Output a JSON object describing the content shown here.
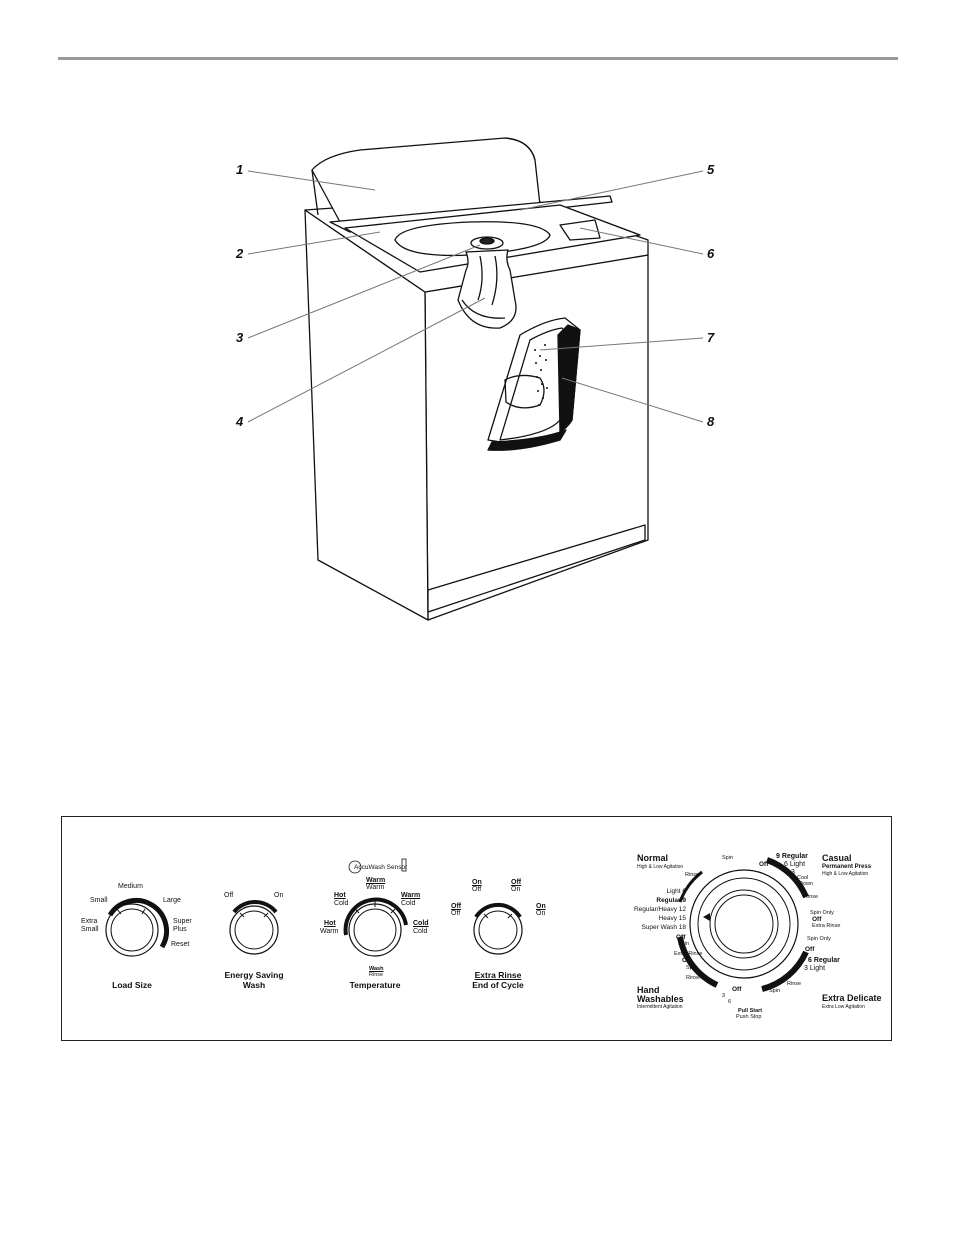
{
  "callouts": [
    "1",
    "2",
    "3",
    "4",
    "5",
    "6",
    "7",
    "8"
  ],
  "knobs": {
    "load_size": {
      "title": "Load Size",
      "small": "Small",
      "medium": "Medium",
      "large": "Large",
      "extra": "Extra",
      "small2": "Small",
      "super": "Super",
      "plus": "Plus",
      "reset": "Reset"
    },
    "energy": {
      "title1": "Energy Saving",
      "title2": "Wash",
      "off": "Off",
      "on": "On"
    },
    "temperature": {
      "sensor": "AccuWash Sensor",
      "title": "Temperature",
      "wash": "Wash",
      "rinse": "Rinse",
      "warm_top": "Warm",
      "warm_top2": "Warm",
      "hot1": "Hot",
      "cold1": "Cold",
      "warm_r": "Warm",
      "cold_r": "Cold",
      "hot2": "Hot",
      "warm2": "Warm",
      "cold3": "Cold",
      "cold4": "Cold"
    },
    "extra_rinse": {
      "title1": "Extra Rinse",
      "title2": "End of Cycle",
      "on1": "On",
      "off1": "Off",
      "off2": "Off",
      "on2": "On",
      "off3": "Off",
      "off4": "Off",
      "on3": "On",
      "on4": "On"
    }
  },
  "cycles": {
    "normal": {
      "title": "Normal",
      "sub": "High & Low Agitation"
    },
    "casual": {
      "title": "Casual",
      "title2": "Permanent Press",
      "sub": "High & Low Agitation"
    },
    "hand": {
      "title": "Hand",
      "title2": "Washables",
      "sub": "Intermittent Agitation"
    },
    "delicate": {
      "title": "Extra Delicate",
      "sub": "Extra Low Agitation"
    },
    "normal_settings": [
      "Light  6",
      "Regular  9",
      "Regular/Heavy  12",
      "Heavy  15",
      "Super Wash  18"
    ],
    "casual_top": [
      "9  Regular",
      "6  Light",
      "3"
    ],
    "delicate_top": [
      "6  Regular",
      "3 Light"
    ],
    "ring": {
      "off": "Off",
      "rinse": "Rinse",
      "spin": "Spin",
      "cool_down1": "Cool",
      "cool_down2": "Down",
      "spin_only": "Spin Only",
      "extra_rinse": "Extra Rinse",
      "spin_only2": "Spin Only",
      "pull_start": "Pull Start",
      "push_stop": "Push Stop",
      "three": "3",
      "six": "6"
    }
  }
}
